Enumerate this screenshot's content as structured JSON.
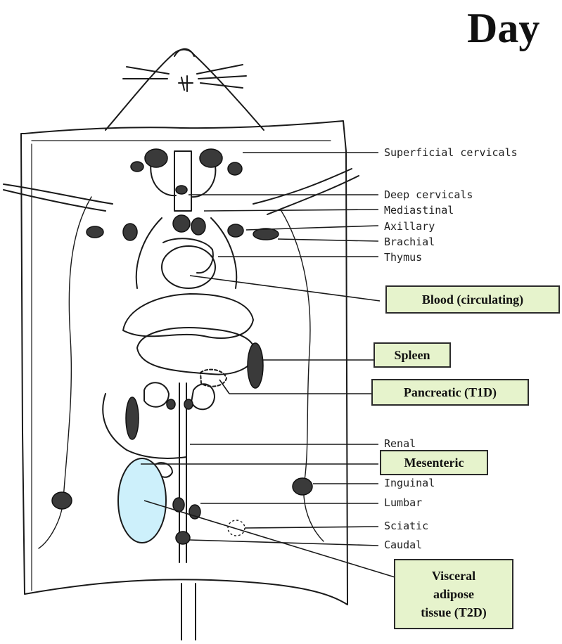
{
  "title": "Day",
  "lymph_node_labels": [
    "Superficial cervicals",
    "Deep cervicals",
    "Mediastinal",
    "Axillary",
    "Brachial",
    "Thymus",
    "Renal",
    "Inguinal",
    "Lumbar",
    "Sciatic",
    "Caudal"
  ],
  "tissue_boxes": {
    "blood": "Blood (circulating)",
    "spleen": "Spleen",
    "pancreatic": "Pancreatic (T1D)",
    "mesenteric": "Mesenteric",
    "visceral_adipose": [
      "Visceral",
      "adipose",
      "tissue (T2D)"
    ]
  },
  "colors": {
    "box_fill": "#e6f3cc",
    "adipose_fill": "#cdf0fb",
    "ink": "#1a1a1a"
  }
}
